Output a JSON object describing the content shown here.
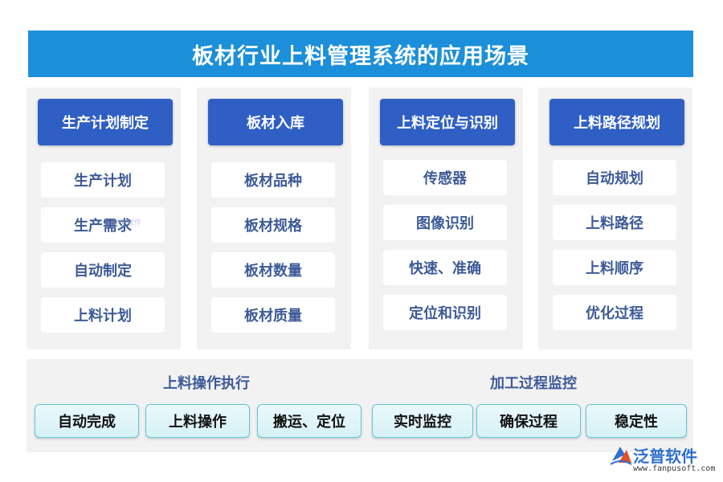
{
  "title": "板材行业上料管理系统的应用场景",
  "columns": [
    {
      "header": "生产计划制定",
      "items": [
        "生产计划",
        "生产需求",
        "自动制定",
        "上料计划"
      ]
    },
    {
      "header": "板材入库",
      "items": [
        "板材品种",
        "板材规格",
        "板材数量",
        "板材质量"
      ]
    },
    {
      "header": "上料定位与识别",
      "items": [
        "传感器",
        "图像识别",
        "快速、准确",
        "定位和识别"
      ]
    },
    {
      "header": "上料路径规划",
      "items": [
        "自动规划",
        "上料路径",
        "上料顺序",
        "优化过程"
      ]
    }
  ],
  "bottom": {
    "groups": [
      {
        "label": "上料操作执行",
        "items": [
          "自动完成",
          "上料操作",
          "搬运、定位"
        ]
      },
      {
        "label": "加工过程监控",
        "items": [
          "实时监控",
          "确保过程",
          "稳定性"
        ]
      }
    ]
  },
  "watermark": "泛普软件",
  "logo": {
    "name": "泛普软件",
    "url": "www.fanpusoft.com"
  },
  "colors": {
    "title_bg": "#1b8fd9",
    "header_bg": "#2f5fc4",
    "item_text": "#3d5a98",
    "panel_bg": "#f2f2f2",
    "pill_border": "#5fc5db"
  }
}
